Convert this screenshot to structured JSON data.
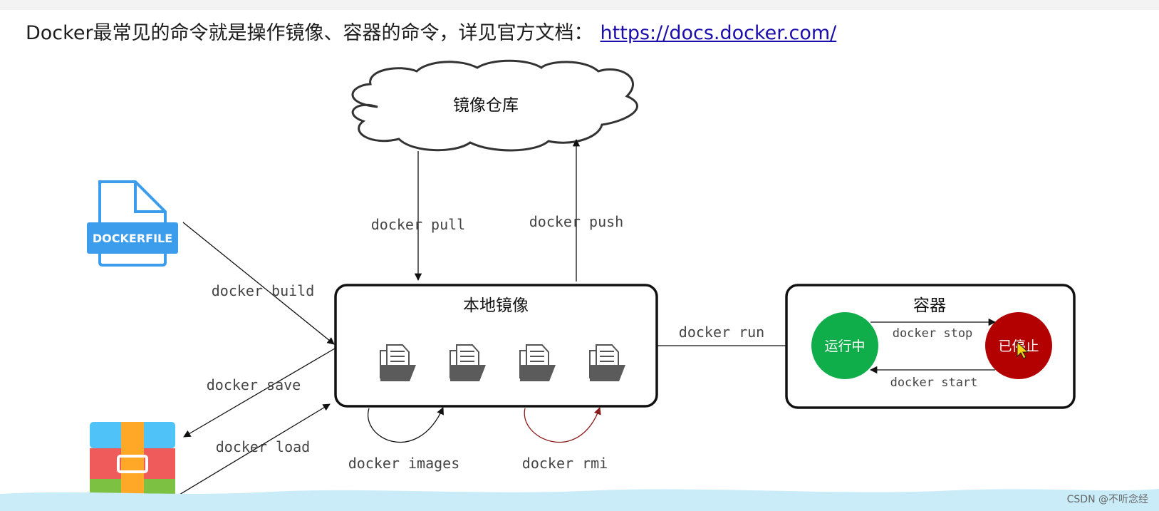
{
  "header": {
    "text": "Docker最常见的命令就是操作镜像、容器的命令，详见官方文档：",
    "link": "https://docs.docker.com/"
  },
  "diagram": {
    "registry_label": "镜像仓库",
    "local_images_label": "本地镜像",
    "container_label": "容器",
    "dockerfile_label": "DOCKERFILE",
    "state_running": "运行中",
    "state_stopped": "已停止",
    "commands": {
      "pull": "docker pull",
      "push": "docker push",
      "build": "docker build",
      "save": "docker save",
      "load": "docker load",
      "images": "docker images",
      "rmi": "docker rmi",
      "run": "docker run",
      "stop": "docker stop",
      "start": "docker start"
    },
    "colors": {
      "running": "#0fae4b",
      "stopped": "#b30000",
      "dockerfile": "#3d9ded",
      "rmi_arc": "#8b1a1a"
    }
  },
  "watermark": "CSDN @不听念经"
}
